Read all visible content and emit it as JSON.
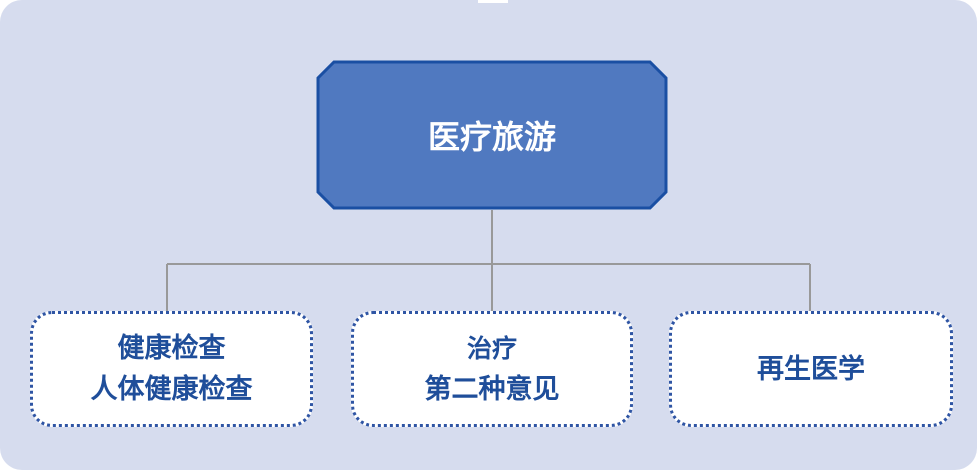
{
  "root": {
    "label": "医疗旅游"
  },
  "children": [
    {
      "lines": [
        "健康检查",
        "人体健康检查"
      ]
    },
    {
      "lines": [
        "治疗",
        "第二种意见"
      ]
    },
    {
      "lines": [
        "再生医学"
      ]
    }
  ],
  "colors": {
    "background": "#d6dcee",
    "root_fill": "#5079c0",
    "root_border": "#1a4fa3",
    "child_border": "#2f55a4",
    "child_text": "#1f4e9a",
    "connector": "#999999"
  }
}
